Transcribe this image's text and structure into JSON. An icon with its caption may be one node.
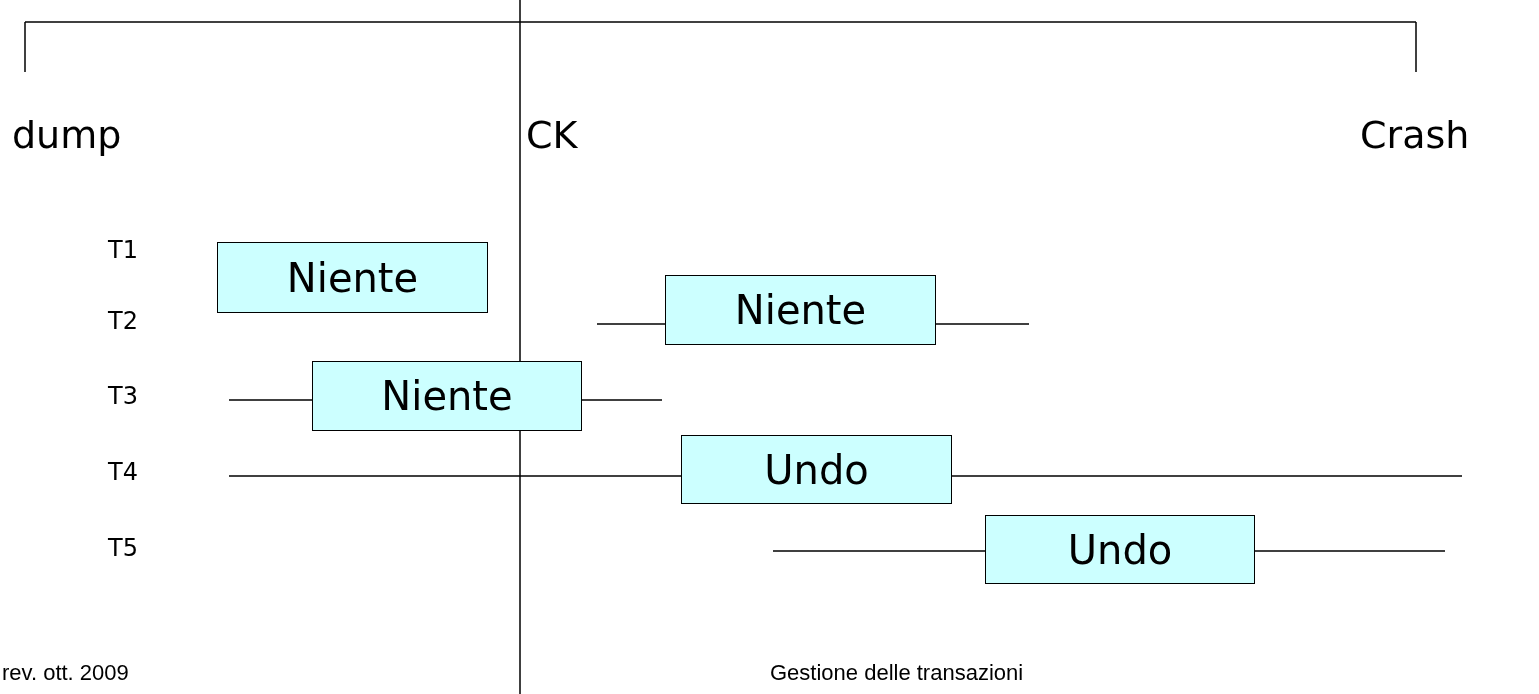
{
  "diagram": {
    "nodes": [
      {
        "text": [
          "Niente"
        ]
      },
      {
        "text": [
          "Niente"
        ]
      },
      {
        "text": [
          "Niente"
        ]
      },
      {
        "text": [
          "Undo"
        ]
      },
      {
        "text": [
          "Undo"
        ]
      }
    ],
    "labels": [
      "dump",
      "CK",
      "Crash",
      "T1",
      "T2",
      "T3",
      "T4",
      "T5",
      "rev. ott. 2009",
      "Gestione delle transazioni"
    ]
  }
}
